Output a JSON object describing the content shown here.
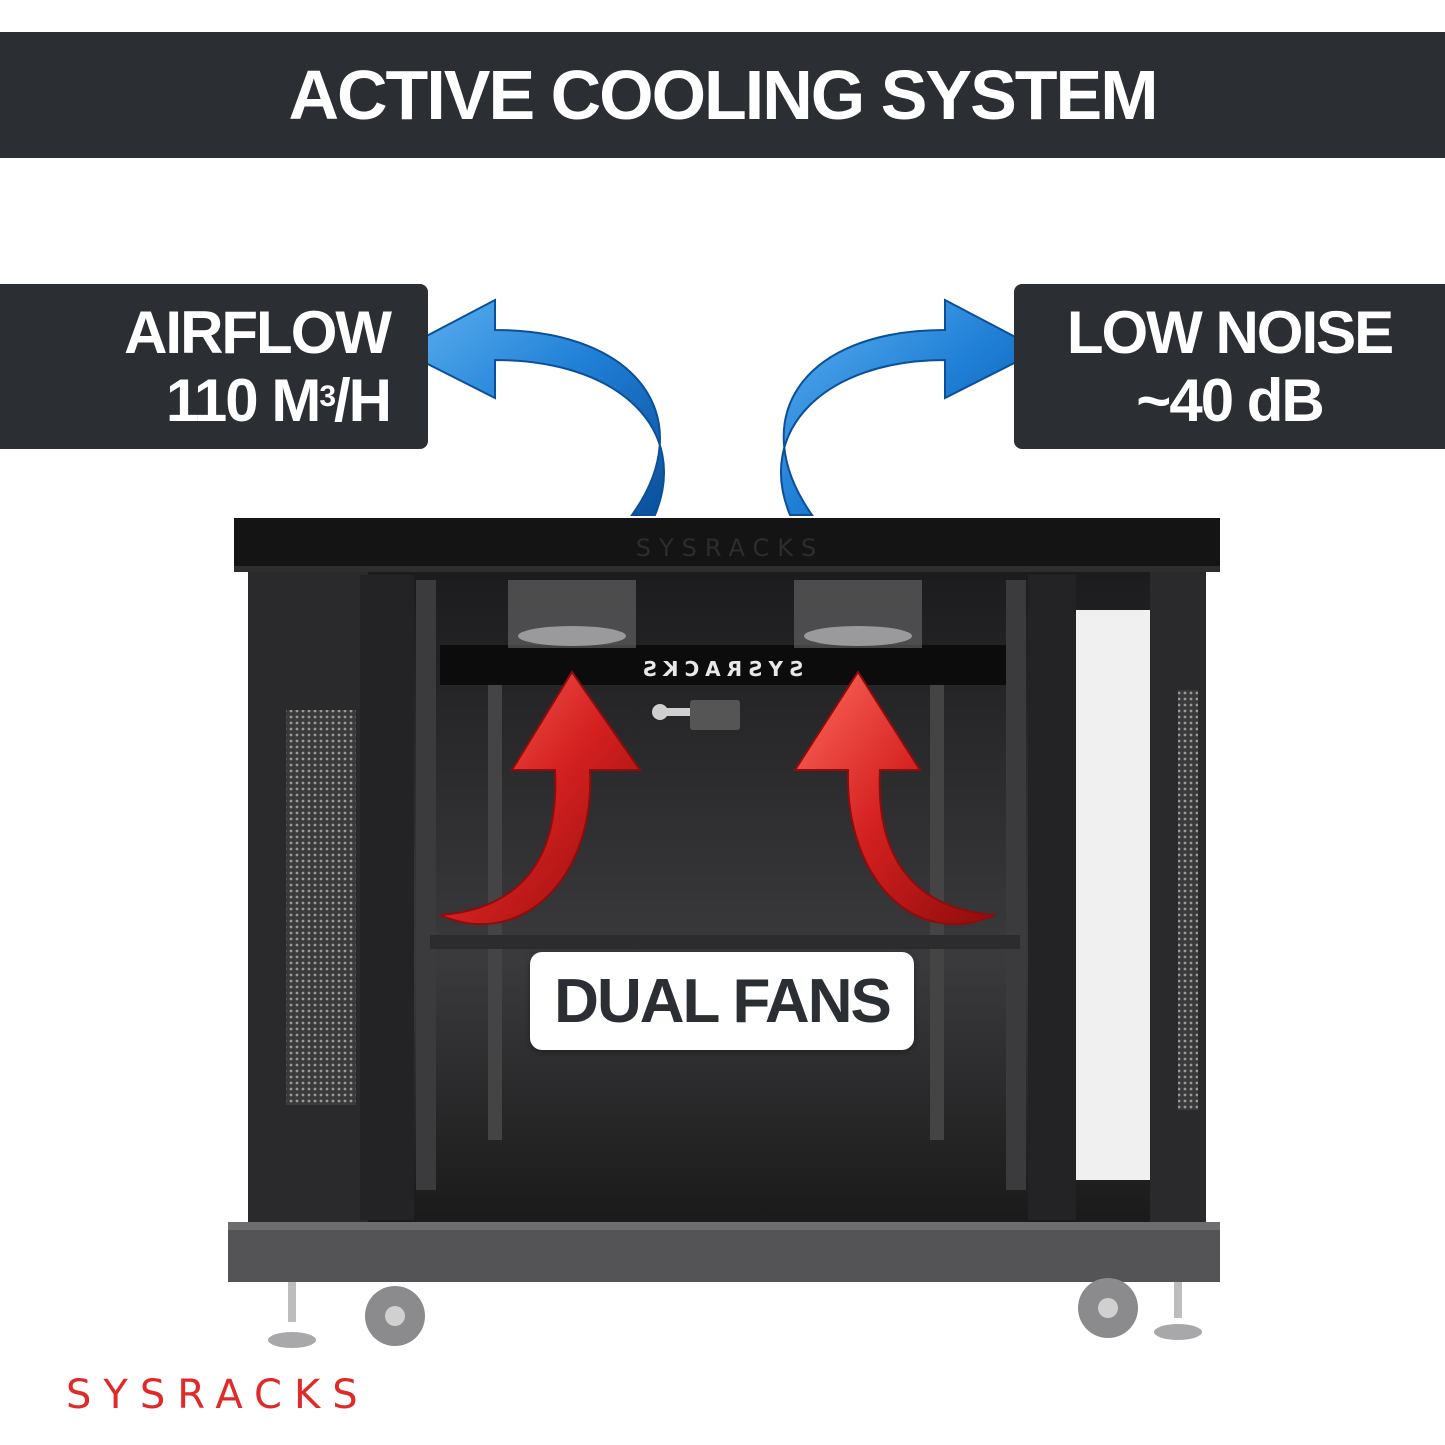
{
  "banner": {
    "title": "ACTIVE COOLING SYSTEM"
  },
  "callouts": {
    "airflow": {
      "line1": "AIRFLOW",
      "line2_main": "110 M",
      "line2_sup": "3",
      "line2_end": "/H"
    },
    "noise": {
      "line1": "LOW NOISE",
      "line2": "~40 dB"
    }
  },
  "center_label": "DUAL FANS",
  "brand": {
    "logo": "SYSRACKS",
    "top_emboss": "SYSRACKS",
    "mirror_text": "SYSRACKS"
  },
  "colors": {
    "panel": "#2b2e33",
    "blue_arrow": "#1f7fd6",
    "red_arrow": "#d42020",
    "logo_red": "#e02a2a"
  },
  "icons": [
    "curved-blue-arrow-left",
    "curved-blue-arrow-right",
    "curved-red-arrow-left",
    "curved-red-arrow-right",
    "fan-icon",
    "caster-wheel",
    "key-icon"
  ]
}
